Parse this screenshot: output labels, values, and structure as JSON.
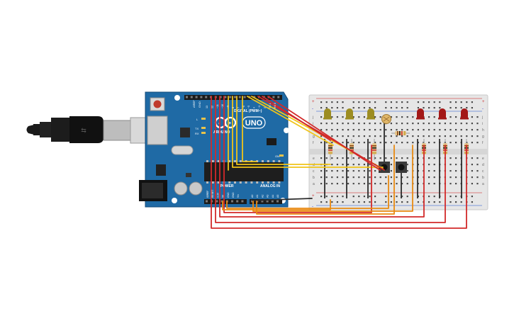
{
  "board": {
    "brand": "ARDUINO",
    "model": "UNO",
    "digital_header_label": "DIGITAL (PWM~)",
    "power_label": "POWER",
    "analog_label": "ANALOG IN",
    "aref_label": "AREF",
    "gnd_label": "GND",
    "tx_label": "TX",
    "rx_label": "RX",
    "l_label": "L",
    "on_label": "ON",
    "digital_pins": [
      "13",
      "12",
      "~11",
      "~10",
      "~9",
      "8",
      "7",
      "~6",
      "~5",
      "4",
      "~3",
      "2",
      "TX 1",
      "RX 0"
    ],
    "power_pins": [
      "IOREF",
      "RESET",
      "3.3V",
      "5V",
      "GND",
      "GND",
      "Vin"
    ],
    "analog_pins": [
      "A0",
      "A1",
      "A2",
      "A3",
      "A4",
      "A5"
    ]
  },
  "breadboard": {
    "row_letters_top": [
      "j",
      "i",
      "h",
      "g",
      "f"
    ],
    "row_letters_bottom": [
      "e",
      "d",
      "c",
      "b",
      "a"
    ],
    "plus": "+",
    "minus": "-"
  },
  "components": {
    "yellow_leds": 3,
    "red_leds": 3,
    "resistors": 7,
    "pushbuttons": 2,
    "photoresistors": 1
  },
  "colors": {
    "board_blue": "#1f6aa5",
    "wire_red": "#d22a2a",
    "wire_yellow": "#f0c419",
    "wire_orange": "#e98a12",
    "wire_black": "#2b2b2b",
    "led_yellow": "#9c8d22",
    "led_red": "#a31818"
  }
}
